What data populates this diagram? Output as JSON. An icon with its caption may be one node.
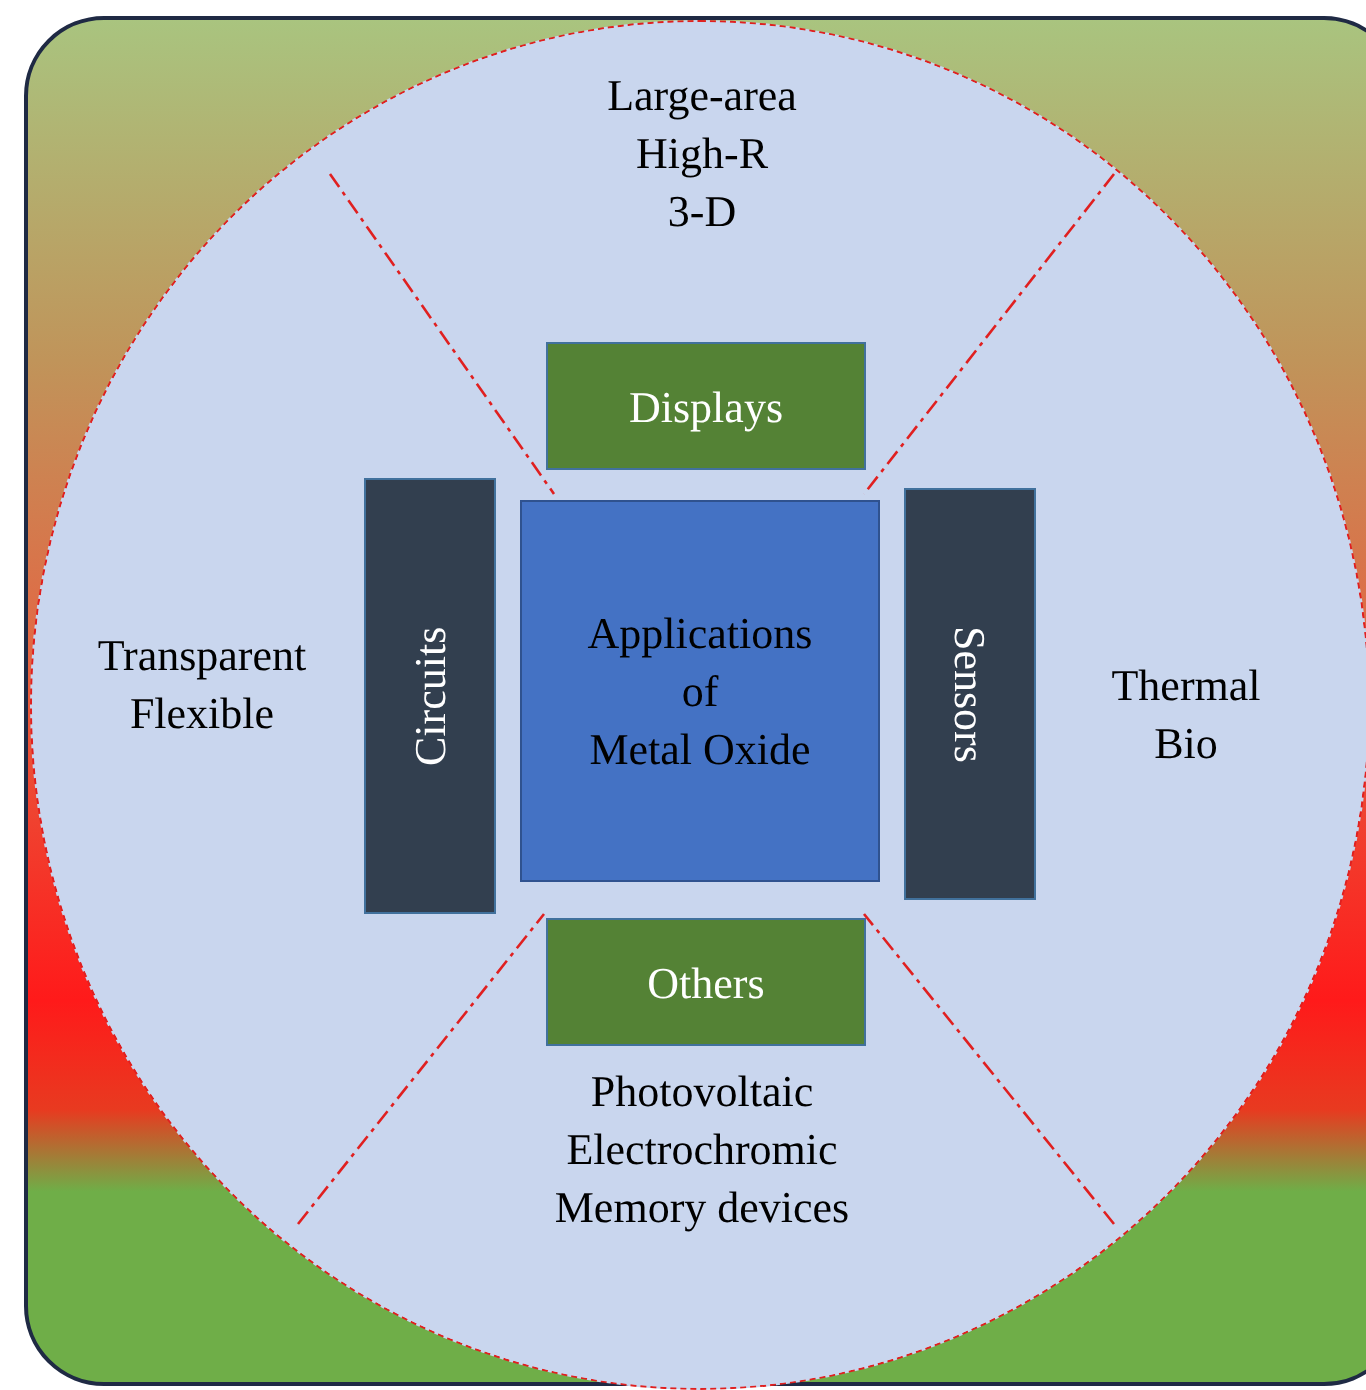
{
  "diagram": {
    "nodes": [
      {
        "text": [],
        "shape": "box"
      },
      {
        "text": [],
        "shape": "circle",
        "in": 0
      },
      {
        "text": [
          "Applications of Metal Oxide"
        ],
        "in": 1
      },
      {
        "text": [
          "Displays"
        ],
        "in": 1
      },
      {
        "text": [
          "Circuits"
        ],
        "in": 1
      },
      {
        "text": [
          "Sensors"
        ],
        "in": 1
      },
      {
        "text": [
          "Others"
        ],
        "in": 1
      }
    ],
    "edges": [],
    "labels": [
      "Large-area High-R 3-D",
      "Transparent Flexible",
      "Thermal Bio",
      "Photovoltaic Electrochromic Memory devices"
    ]
  }
}
